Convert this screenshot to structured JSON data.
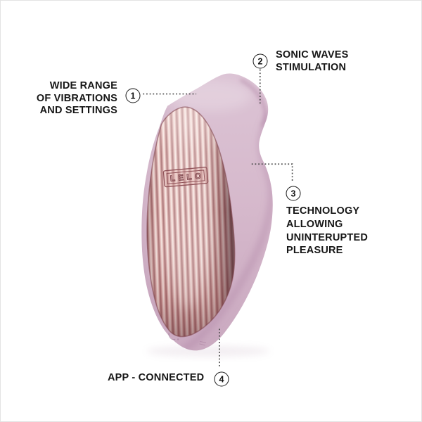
{
  "image": {
    "type": "product-feature-diagram",
    "background": "#ffffff",
    "frame_color": "#e3e3e3"
  },
  "product": {
    "logo_text": "LELO",
    "body_color": "#d5b8cb",
    "metal_highlight": "#f9ece8",
    "metal_midtone": "#e9c5c0",
    "metal_shadow": "#5e2f35",
    "seam_color": "#7c4049"
  },
  "colors": {
    "label_text": "#161616",
    "leader_line": "#4a4a4a",
    "circle_border": "#1a1a1a"
  },
  "callouts": [
    {
      "number": "1",
      "lines": [
        "WIDE RANGE",
        "OF VIBRATIONS",
        "AND SETTINGS"
      ]
    },
    {
      "number": "2",
      "lines": [
        "SONIC WAVES",
        "STIMULATION"
      ]
    },
    {
      "number": "3",
      "lines": [
        "TECHNOLOGY",
        "ALLOWING",
        "UNINTERUPTED",
        "PLEASURE"
      ]
    },
    {
      "number": "4",
      "lines": [
        "APP - CONNECTED"
      ]
    }
  ]
}
